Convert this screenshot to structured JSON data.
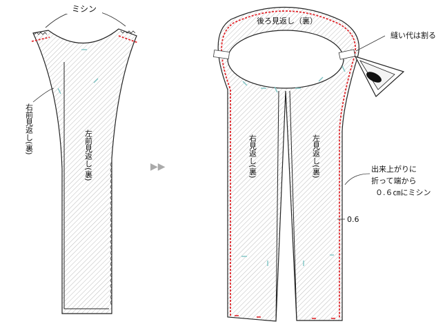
{
  "left": {
    "sewing_label": "ミシン",
    "right_front_facing": "右前見返し(裏)",
    "left_front_facing": "左前見返し(裏)"
  },
  "arrows": "▶▶",
  "right": {
    "back_facing": "後ろ見返し（裏）",
    "seam_allowance_note": "縫い代は割る",
    "right_facing": "右見返し(裏)",
    "left_facing": "左見返し(裏)",
    "finish_note_1": "出来上がりに",
    "finish_note_2": "折って端から",
    "finish_note_3": "０.６㎝にミシン",
    "measure": "0.6"
  },
  "colors": {
    "stitch": "#e0262b",
    "tack": "#7dc4c4",
    "outline": "#222222",
    "hatch": "#9a9a9a"
  }
}
